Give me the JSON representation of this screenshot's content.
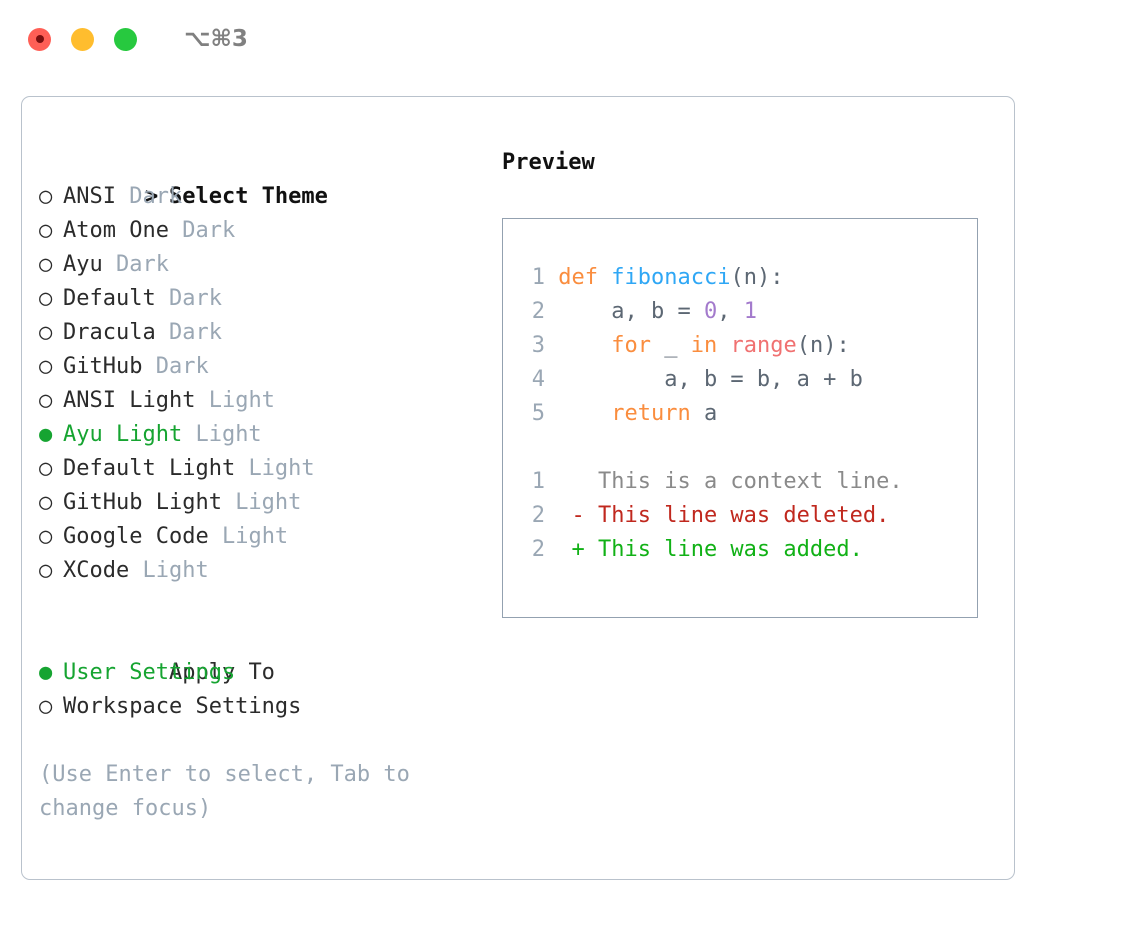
{
  "window": {
    "title": "⌥⌘3",
    "traffic_lights": [
      "close",
      "minimize",
      "maximize"
    ],
    "colors": {
      "close": "#ff5f56",
      "minimize": "#ffbd2e",
      "maximize": "#27c93f",
      "frame_border": "#b9c2cc",
      "preview_border": "#93a1b0",
      "accent_green": "#16a431",
      "muted": "#9aa7b4"
    }
  },
  "theme_section": {
    "header_prefix": ">",
    "header": "Select Theme",
    "items": [
      {
        "bullet": "○",
        "name": "ANSI",
        "suffix": "Dark",
        "selected": false
      },
      {
        "bullet": "○",
        "name": "Atom One",
        "suffix": "Dark",
        "selected": false
      },
      {
        "bullet": "○",
        "name": "Ayu",
        "suffix": "Dark",
        "selected": false
      },
      {
        "bullet": "○",
        "name": "Default",
        "suffix": "Dark",
        "selected": false
      },
      {
        "bullet": "○",
        "name": "Dracula",
        "suffix": "Dark",
        "selected": false
      },
      {
        "bullet": "○",
        "name": "GitHub",
        "suffix": "Dark",
        "selected": false
      },
      {
        "bullet": "○",
        "name": "ANSI Light",
        "suffix": "Light",
        "selected": false
      },
      {
        "bullet": "●",
        "name": "Ayu Light",
        "suffix": "Light",
        "selected": true
      },
      {
        "bullet": "○",
        "name": "Default Light",
        "suffix": "Light",
        "selected": false
      },
      {
        "bullet": "○",
        "name": "GitHub Light",
        "suffix": "Light",
        "selected": false
      },
      {
        "bullet": "○",
        "name": "Google Code",
        "suffix": "Light",
        "selected": false
      },
      {
        "bullet": "○",
        "name": "XCode",
        "suffix": "Light",
        "selected": false
      }
    ]
  },
  "apply_to_section": {
    "header": "Apply To",
    "items": [
      {
        "bullet": "●",
        "name": "User Settings",
        "selected": true
      },
      {
        "bullet": "○",
        "name": "Workspace Settings",
        "selected": false
      }
    ]
  },
  "hint": "(Use Enter to select, Tab to change focus)",
  "preview": {
    "title": "Preview",
    "code_lines": [
      {
        "number": "1",
        "tokens": [
          {
            "t": "def ",
            "c": "kw"
          },
          {
            "t": "fibonacci",
            "c": "fn"
          },
          {
            "t": "(n):",
            "c": "punc"
          }
        ]
      },
      {
        "number": "2",
        "tokens": [
          {
            "t": "    a, b = ",
            "c": "id"
          },
          {
            "t": "0",
            "c": "num"
          },
          {
            "t": ", ",
            "c": "id"
          },
          {
            "t": "1",
            "c": "num"
          }
        ]
      },
      {
        "number": "3",
        "tokens": [
          {
            "t": "    for ",
            "c": "kw"
          },
          {
            "t": "_ ",
            "c": "id"
          },
          {
            "t": "in ",
            "c": "kw"
          },
          {
            "t": "range",
            "c": "bi"
          },
          {
            "t": "(n):",
            "c": "punc"
          }
        ]
      },
      {
        "number": "4",
        "tokens": [
          {
            "t": "        a, b = b, a + b",
            "c": "id"
          }
        ]
      },
      {
        "number": "5",
        "tokens": [
          {
            "t": "    return ",
            "c": "kw"
          },
          {
            "t": "a",
            "c": "id"
          }
        ]
      }
    ],
    "diff_lines": [
      {
        "number": "1",
        "marker": " ",
        "text": "This is a context line.",
        "kind": "context"
      },
      {
        "number": "2",
        "marker": "-",
        "text": "This line was deleted.",
        "kind": "deleted"
      },
      {
        "number": "2",
        "marker": "+",
        "text": "This line was added.",
        "kind": "added"
      }
    ]
  }
}
